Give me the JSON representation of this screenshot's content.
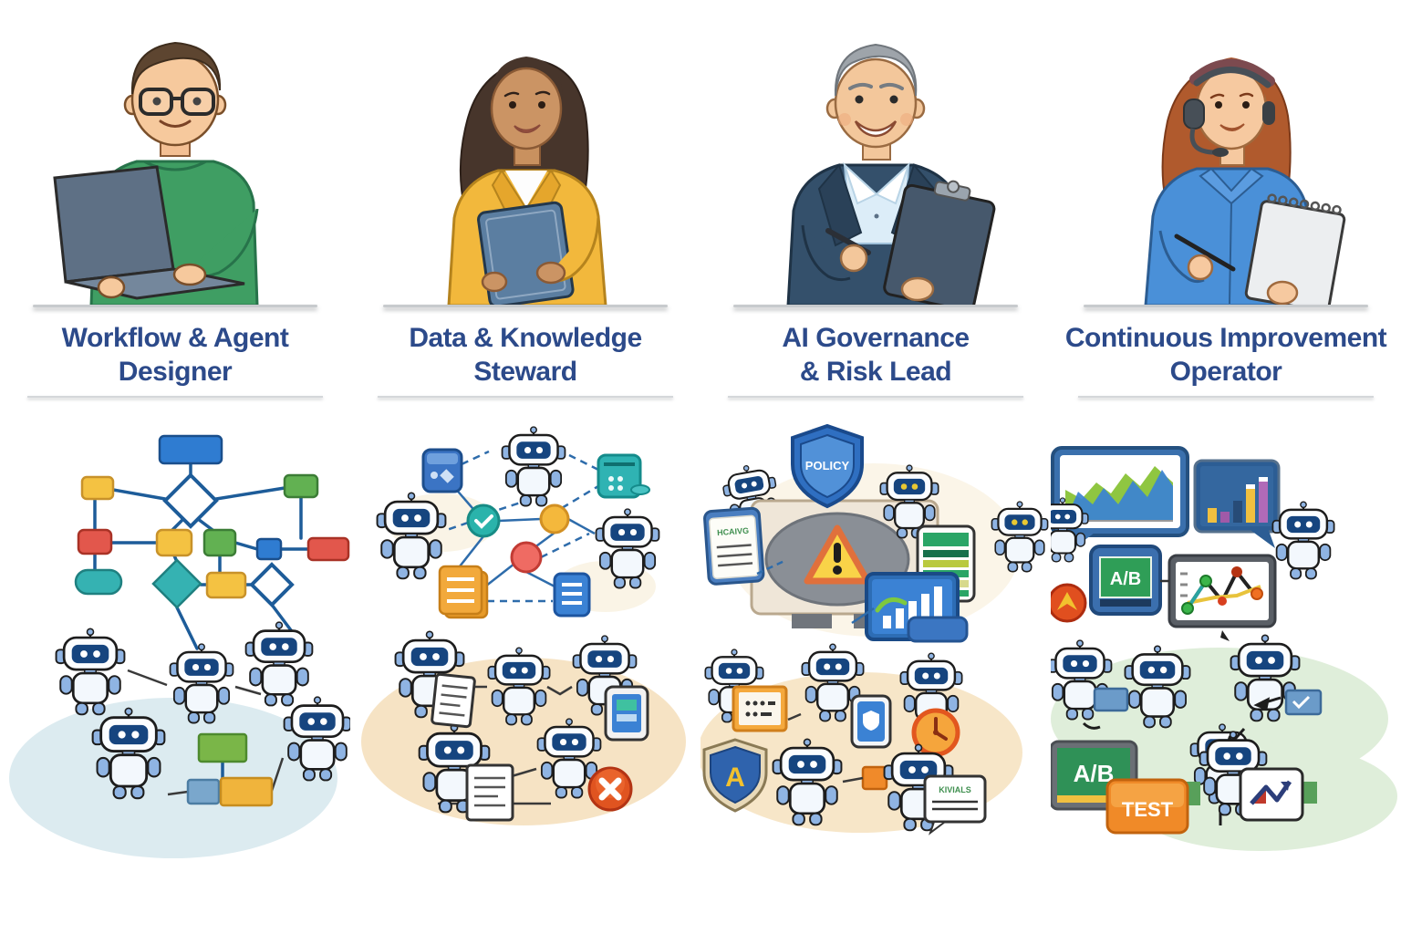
{
  "page": {
    "background": "#ffffff",
    "style": "cartoon infographic of four AI-operations personas with robot-team illustrations"
  },
  "colors": {
    "title_text": "#2c4a8a",
    "robot_face": "#16457f",
    "robot_limb": "#8fb4e3",
    "accent_yellow": "#f4c242",
    "accent_green": "#62b152",
    "accent_red": "#e2574c",
    "accent_blue": "#2f7cd1",
    "accent_teal": "#35b2b2",
    "warning_fill": "#f9d348",
    "warning_border": "#e0703c"
  },
  "columns": [
    {
      "id": "workflow-agent-designer",
      "title_line1": "Workflow & Agent",
      "title_line2": "Designer",
      "persona": "Man with glasses and green sweater holding a laptop",
      "illustration": "Colored flowchart with decision diamonds feeding a team of five robots"
    },
    {
      "id": "data-knowledge-steward",
      "title_line1": "Data & Knowledge",
      "title_line2": "Steward",
      "persona": "Woman with curly hair in yellow blazer holding a tablet",
      "illustration": "Knowledge network of robots, data nodes and documents; robots sharing documents below"
    },
    {
      "id": "ai-governance-risk-lead",
      "title_line1": "AI Governance",
      "title_line2": "& Risk Lead",
      "persona": "Gray-haired man in navy suit writing on a clipboard",
      "illustration": "Policy shield, warning monitor, compliance documents and audit robots"
    },
    {
      "id": "continuous-improvement-operator",
      "title_line1": "Continuous Improvement",
      "title_line2": "Operator",
      "persona": "Woman with headset taking notes on a spiral notepad",
      "illustration": "Dashboard charts, metric bubbles and robots running an A/B test"
    }
  ],
  "labels": {
    "policy_shield": "POLICY",
    "governance_doc": "HCAIVG",
    "audit_shield": "A",
    "audit_note": "KIVIALS",
    "ab_screen": "A/B",
    "ab_board": "A/B",
    "test_sign": "TEST"
  }
}
